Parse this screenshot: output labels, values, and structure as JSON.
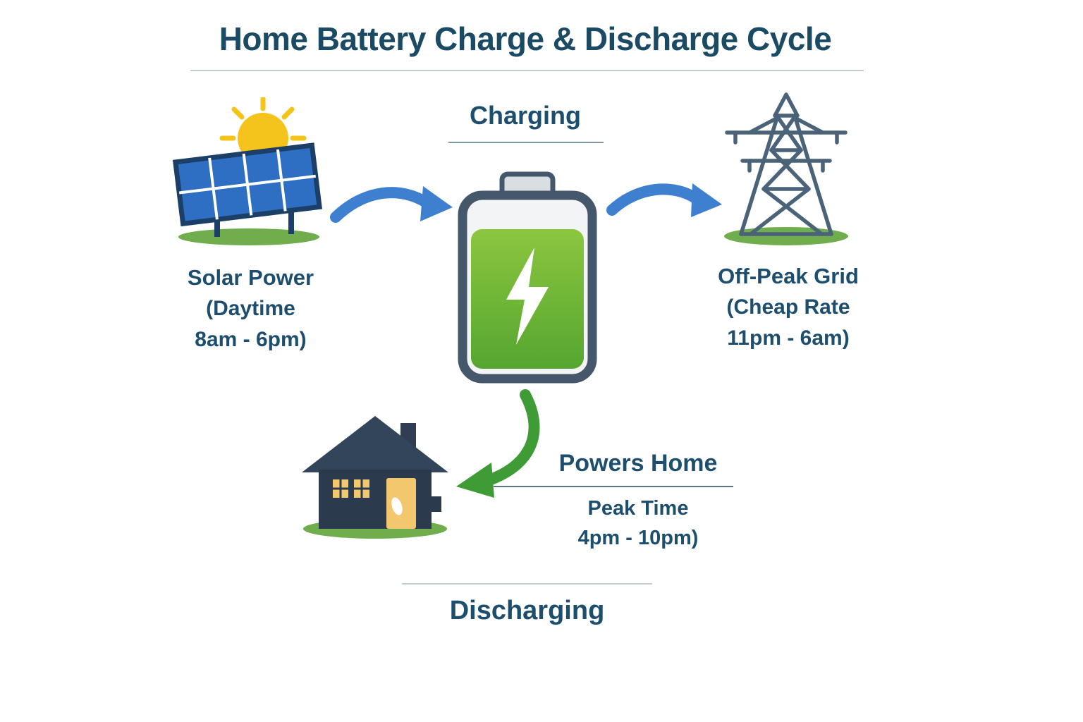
{
  "title": "Home Battery Charge & Discharge Cycle",
  "phases": {
    "charging": "Charging",
    "discharging": "Discharging"
  },
  "nodes": {
    "solar": {
      "label": "Solar Power",
      "sub1": "(Daytime",
      "sub2": "8am - 6pm)"
    },
    "grid": {
      "label": "Off-Peak Grid",
      "sub1": "(Cheap Rate",
      "sub2": "11pm - 6am)"
    },
    "home": {
      "label": "Powers Home",
      "sub1": "Peak Time",
      "sub2": "4pm - 10pm)"
    },
    "battery": {
      "icon": "battery-lightning"
    }
  },
  "icons": [
    "sun-icon",
    "solar-panel-icon",
    "battery-icon",
    "lightning-bolt-icon",
    "transmission-tower-icon",
    "house-icon",
    "arrow-solar-to-battery-icon",
    "arrow-battery-to-grid-icon",
    "arrow-battery-to-home-icon"
  ],
  "palette": {
    "text": "#1d4e6d",
    "title": "#1b4a64",
    "arrow_blue": "#3f7fd0",
    "arrow_green": "#3e9b35",
    "battery_green_top": "#8cc63f",
    "battery_green_bottom": "#55a630",
    "battery_frame": "#44576b",
    "sun_yellow": "#f4c41d",
    "panel_blue": "#2e6fc4",
    "tower_slate": "#4a6378",
    "house_navy": "#2c3a4d",
    "window_yellow": "#f2c76d",
    "ground_green": "#6fad4d",
    "divider_gray": "#c2ced6"
  }
}
